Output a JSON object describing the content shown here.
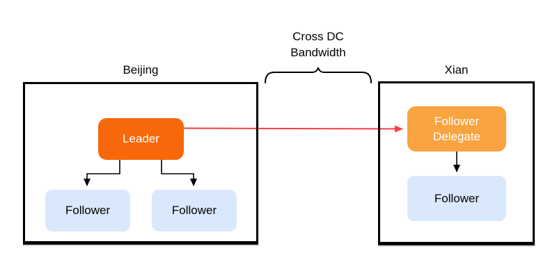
{
  "annotation": {
    "line1": "Cross DC",
    "line2": "Bandwidth"
  },
  "beijing": {
    "title": "Beijing",
    "leader_label": "Leader",
    "follower_left_label": "Follower",
    "follower_right_label": "Follower"
  },
  "xian": {
    "title": "Xian",
    "delegate_label_line1": "Follower",
    "delegate_label_line2": "Delegate",
    "follower_label": "Follower"
  },
  "colors": {
    "leader_fill": "#F7680B",
    "delegate_fill": "#F9A341",
    "follower_fill": "#DAE8FC",
    "replication_arrow": "#FB3B47",
    "connector": "#000000",
    "boundary": "#000000"
  }
}
